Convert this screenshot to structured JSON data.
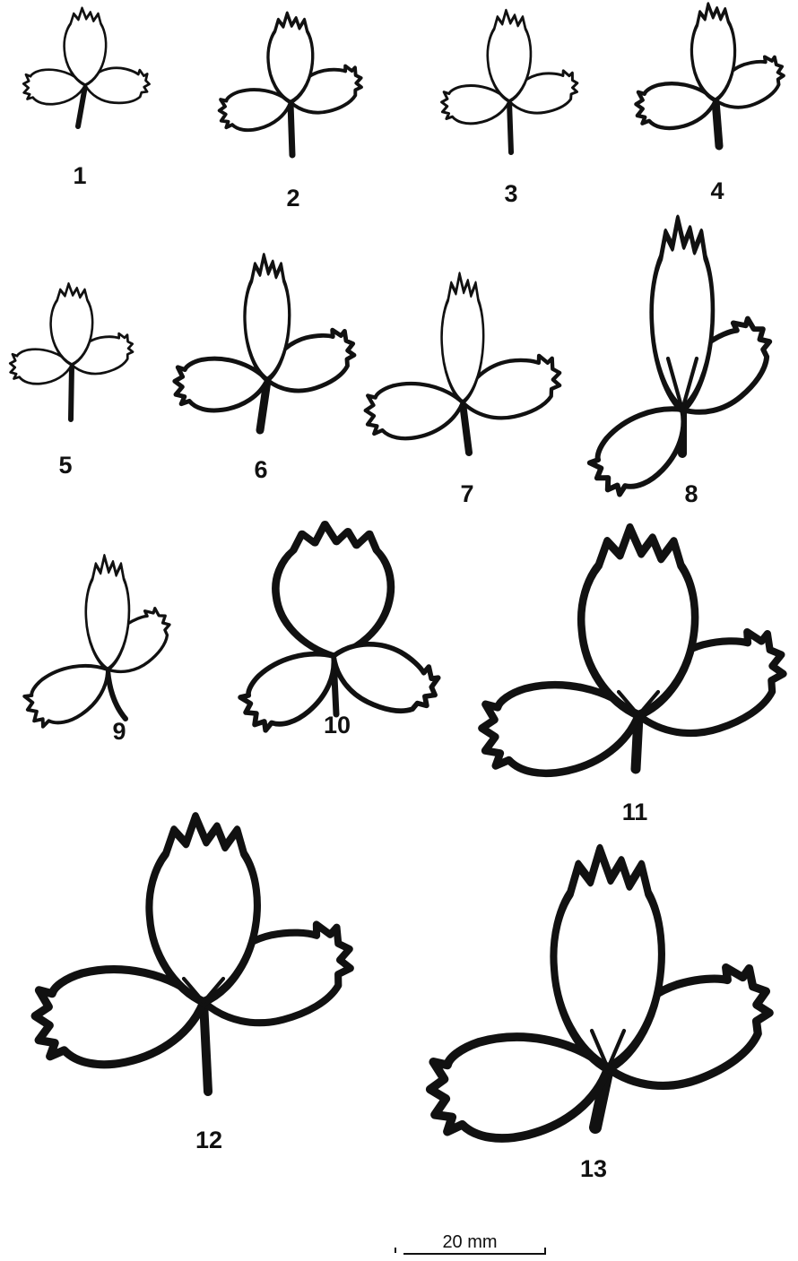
{
  "figure": {
    "leaf_labels": [
      "1",
      "2",
      "3",
      "4",
      "5",
      "6",
      "7",
      "8",
      "9",
      "10",
      "11",
      "12",
      "13"
    ],
    "scale_bar_label": "20 mm"
  },
  "colors": {
    "ink": "#111111",
    "paper": "#ffffff"
  }
}
